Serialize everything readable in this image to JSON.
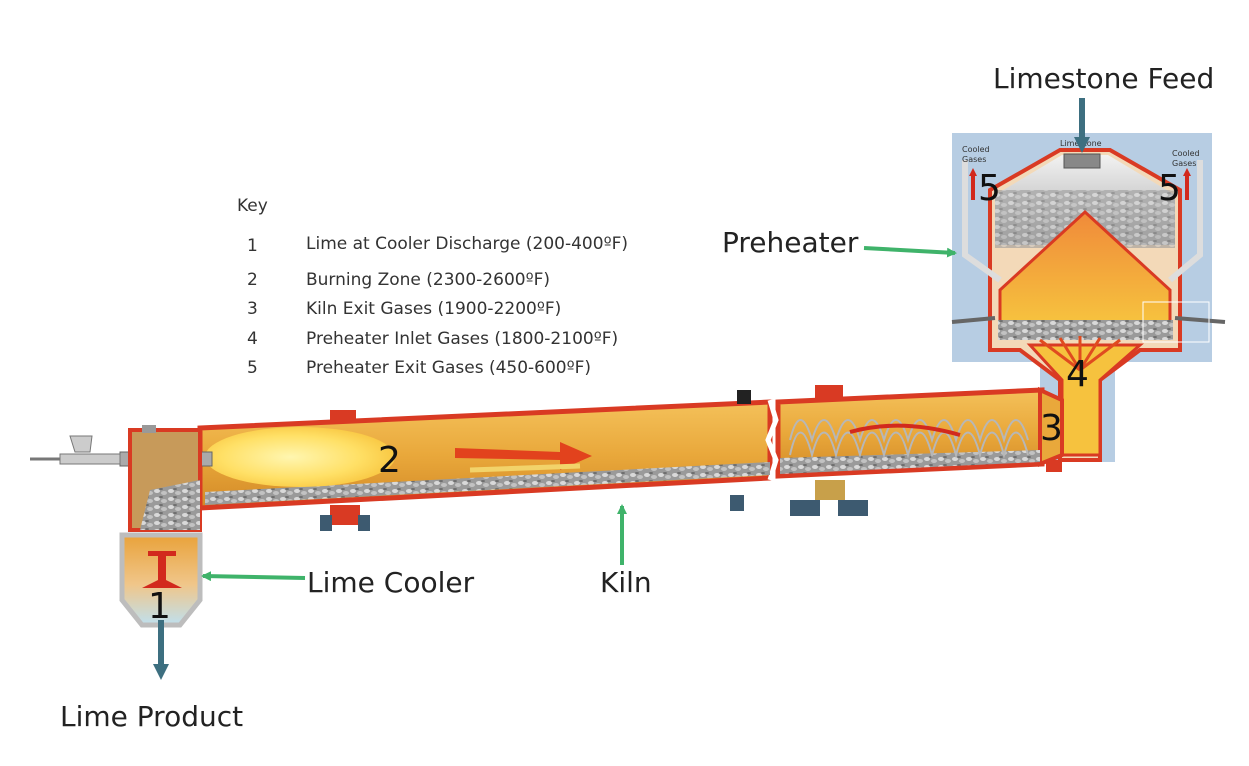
{
  "labels": {
    "limestone_feed": "Limestone Feed",
    "preheater": "Preheater",
    "lime_cooler": "Lime Cooler",
    "kiln": "Kiln",
    "lime_product": "Lime Product"
  },
  "key": {
    "title": "Key",
    "items": [
      {
        "num": "1",
        "text": "Lime at Cooler Discharge (200-400ºF)"
      },
      {
        "num": "2",
        "text": "Burning Zone (2300-2600ºF)"
      },
      {
        "num": "3",
        "text": "Kiln Exit Gases (1900-2200ºF)"
      },
      {
        "num": "4",
        "text": "Preheater Inlet Gases (1800-2100ºF)"
      },
      {
        "num": "5",
        "text": "Preheater Exit Gases (450-600ºF)"
      }
    ]
  },
  "zones": {
    "z1": "1",
    "z2": "2",
    "z3": "3",
    "z4": "4",
    "z5_left": "5",
    "z5_right": "5"
  },
  "preheater_small": {
    "cooled_left_1": "Cooled",
    "cooled_left_2": "Gases",
    "cooled_right_1": "Cooled",
    "cooled_right_2": "Gases",
    "limestone": "Limestone"
  },
  "colors": {
    "shell": "#d93a23",
    "kiln_fill": "#e8a93a",
    "preheater_bg": "#b7cde3",
    "pointer_arrow": "#3fb36a",
    "flow_arrow": "#3d6f80"
  }
}
